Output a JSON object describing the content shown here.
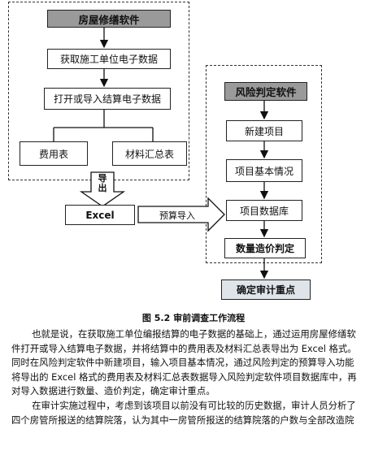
{
  "left_group": {
    "title": "房屋修缮软件",
    "step1": "获取施工单位电子数据",
    "step2": "打开或导入结算电子数据",
    "out1": "费用表",
    "out2": "材料汇总表"
  },
  "export_label": "导出",
  "excel_box": "Excel",
  "import_label": "预算导入",
  "right_group": {
    "title": "风险判定软件",
    "step1": "新建项目",
    "step2": "项目基本情况",
    "step3": "项目数据库",
    "step4": "数量造价判定"
  },
  "result_box": "确定审计重点",
  "caption": "图 5.2 审前调查工作流程",
  "paragraph1_lines": [
    "也就是说，在获取施工单位编报结算的电子数据的基础上，通过运用房屋修缮软",
    "件打开或导入结算电子数据，并将结算中的费用表及材料汇总表导出为 Excel 格式。",
    "同时在风险判定软件中新建项目，输入项目基本情况，通过风险判定的预算导入功能",
    "将导出的 Excel 格式的费用表及材料汇总表数据导入风险判定软件项目数据库中，再",
    "对导入数据进行数量、造价判定，确定审计重点。"
  ],
  "paragraph2_lines": [
    "在审计实施过程中，考虑到该项目以前没有可比较的历史数据，审计人员分析了",
    "四个房管所报送的结算院落，认为其中一房管所报送的结算院落的户数与全部改造院"
  ]
}
